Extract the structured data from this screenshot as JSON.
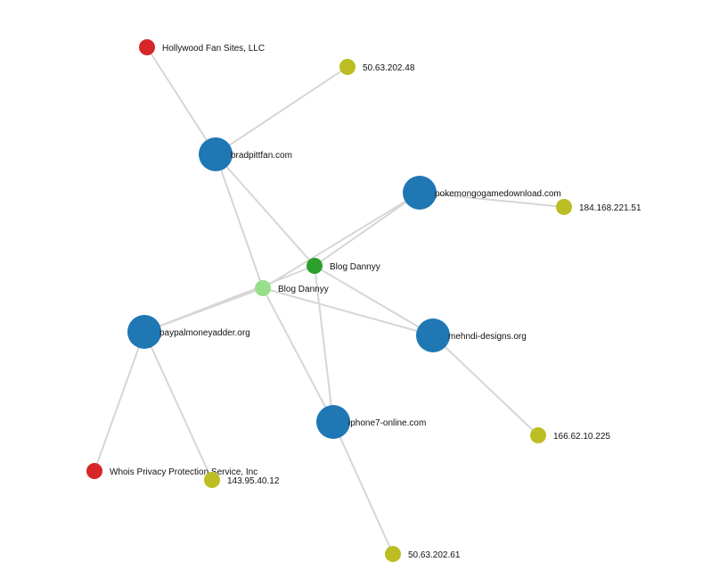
{
  "colors": {
    "domain": "#1f77b4",
    "registrant": "#d62728",
    "ip": "#bcbd22",
    "blog_dark": "#2ca02c",
    "blog_light": "#98df8a",
    "edge": "#d6d6d6"
  },
  "nodes": [
    {
      "id": "hollywood",
      "label": "Hollywood Fan Sites, LLC",
      "kind": "registrant"
    },
    {
      "id": "ip_50_63_202_48",
      "label": "50.63.202.48",
      "kind": "ip"
    },
    {
      "id": "bradpittfan",
      "label": "bradpittfan.com",
      "kind": "domain"
    },
    {
      "id": "pokemongo",
      "label": "pokemongogamedownload.com",
      "kind": "domain"
    },
    {
      "id": "ip_184",
      "label": "184.168.221.51",
      "kind": "ip"
    },
    {
      "id": "blog_dark",
      "label": "Blog Dannyy",
      "kind": "blog_dark"
    },
    {
      "id": "blog_light",
      "label": "Blog Dannyy",
      "kind": "blog_light"
    },
    {
      "id": "paypal",
      "label": "paypalmoneyadder.org",
      "kind": "domain"
    },
    {
      "id": "mehndi",
      "label": "mehndi-designs.org",
      "kind": "domain"
    },
    {
      "id": "iphone7",
      "label": "iphone7-online.com",
      "kind": "domain"
    },
    {
      "id": "ip_166",
      "label": "166.62.10.225",
      "kind": "ip"
    },
    {
      "id": "whois",
      "label": "Whois Privacy Protection Service, Inc",
      "kind": "registrant"
    },
    {
      "id": "ip_143",
      "label": "143.95.40.12",
      "kind": "ip"
    },
    {
      "id": "ip_50_63_202_61",
      "label": "50.63.202.61",
      "kind": "ip"
    }
  ],
  "edges": [
    [
      "bradpittfan",
      "hollywood"
    ],
    [
      "bradpittfan",
      "ip_50_63_202_48"
    ],
    [
      "bradpittfan",
      "blog_dark"
    ],
    [
      "bradpittfan",
      "blog_light"
    ],
    [
      "pokemongo",
      "ip_184"
    ],
    [
      "pokemongo",
      "blog_dark"
    ],
    [
      "pokemongo",
      "blog_light"
    ],
    [
      "blog_dark",
      "paypal"
    ],
    [
      "blog_dark",
      "mehndi"
    ],
    [
      "blog_dark",
      "iphone7"
    ],
    [
      "blog_light",
      "paypal"
    ],
    [
      "blog_light",
      "mehndi"
    ],
    [
      "blog_light",
      "iphone7"
    ],
    [
      "paypal",
      "whois"
    ],
    [
      "paypal",
      "ip_143"
    ],
    [
      "mehndi",
      "ip_166"
    ],
    [
      "iphone7",
      "ip_50_63_202_61"
    ]
  ]
}
